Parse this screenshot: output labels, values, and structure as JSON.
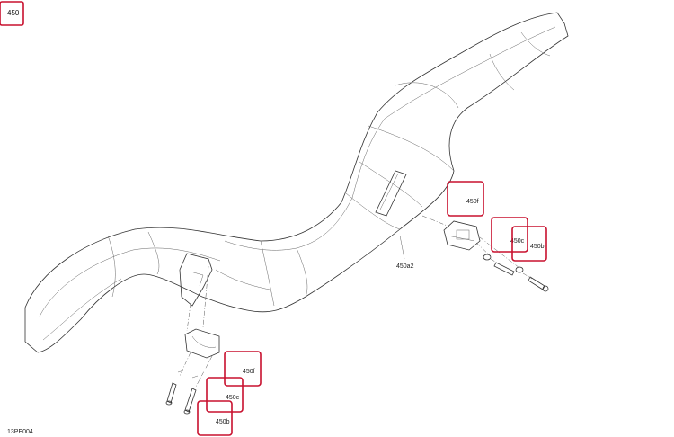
{
  "page_tag": "450",
  "drawing_code": "13PE004",
  "callouts": {
    "top_f": "450f",
    "top_c": "450c",
    "top_b": "450b",
    "bottom_f": "450f",
    "bottom_c": "450c",
    "bottom_b": "450b"
  },
  "reference_label": "450a2",
  "colors": {
    "callout": "#c8102e",
    "line": "#333333"
  }
}
